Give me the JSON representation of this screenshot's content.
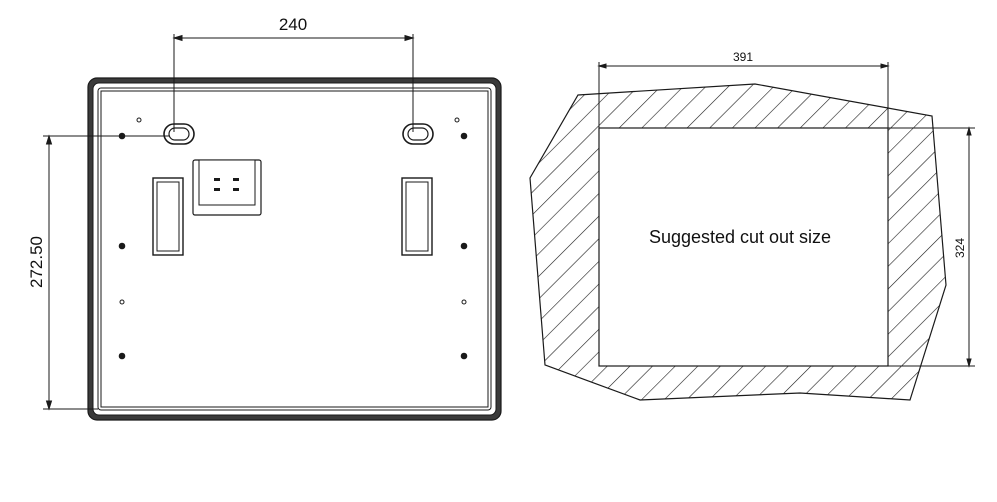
{
  "left_view": {
    "dim_mount_spacing": "240",
    "dim_vertical": "272.50"
  },
  "right_view": {
    "dim_cutout_width": "391",
    "dim_cutout_height": "324",
    "caption": "Suggested cut out size"
  },
  "colors": {
    "line": "#1a1a1a",
    "frame_fill": "#3a3a3a",
    "background": "#ffffff"
  }
}
